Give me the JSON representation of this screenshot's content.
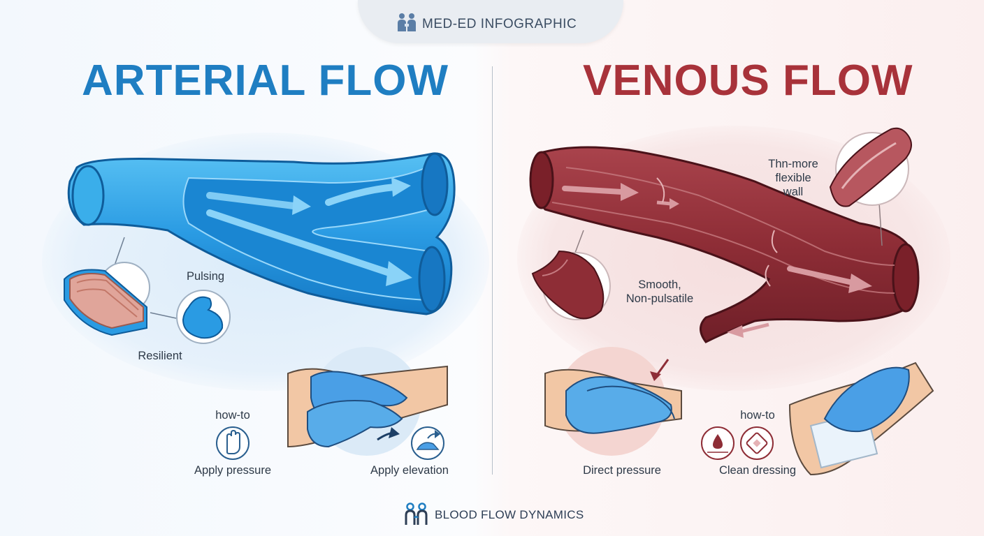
{
  "header": {
    "badge": "MED-ED INFOGRAPHIC"
  },
  "footer": {
    "brand": "BLOOD FLOW DYNAMICS"
  },
  "arterial": {
    "title": "ARTERIAL FLOW",
    "labels": {
      "pulsing": "Pulsing",
      "resilient": "Resilient",
      "howto": "how-to"
    },
    "steps": {
      "pressure": "Apply pressure",
      "elevation": "Apply elevation"
    },
    "color": "#2a9be3"
  },
  "venous": {
    "title": "VENOUS FLOW",
    "labels": {
      "wall_line1": "Thn-more",
      "wall_line2": "flexible",
      "wall_line3": "wall",
      "smooth_line1": "Smooth,",
      "smooth_line2": "Non-pulsatile",
      "howto": "how-to"
    },
    "steps": {
      "direct": "Direct pressure",
      "dressing": "Clean dressing"
    },
    "color": "#8e2d36"
  },
  "icons": [
    "people-icon",
    "hand-icon",
    "elevation-icon",
    "drop-icon",
    "bandage-icon",
    "glove-hand-icon",
    "logo-icon"
  ]
}
